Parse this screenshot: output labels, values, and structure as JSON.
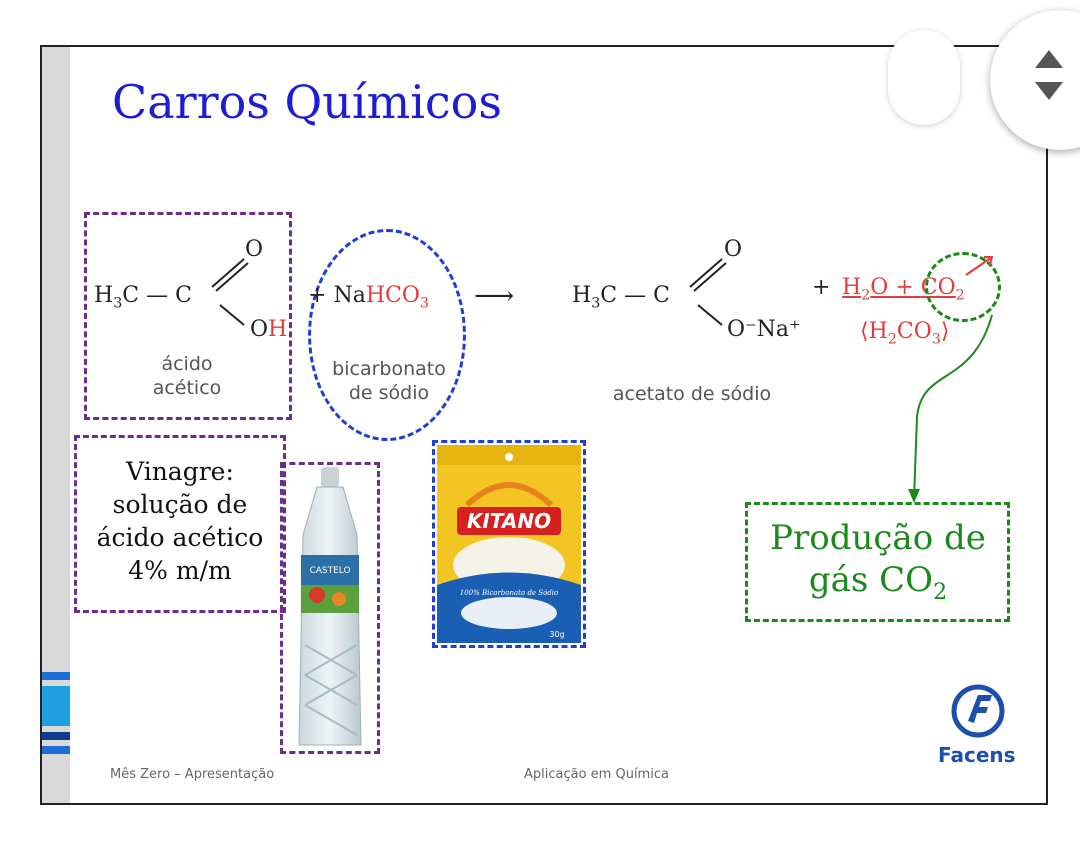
{
  "slide": {
    "title": "Carros Químicos",
    "reaction": {
      "reactant1_c": "C",
      "reactant1_o": "O",
      "reactant1_oh_o": "O",
      "reactant1_oh_h": "H",
      "reactant1_label_1": "ácido",
      "reactant1_label_2": "acético",
      "plus1": "+",
      "reactant2_na": "Na",
      "reactant2_hco": "HCO",
      "reactant2_sub": "3",
      "reactant2_label_1": "bicarbonato",
      "reactant2_label_2": "de sódio",
      "arrow": "⟶",
      "product1_c": "C",
      "product1_o": "O",
      "product1_ona": "O⁻Na⁺",
      "product1_label": "acetato de sódio",
      "plus2": "+",
      "product2_h2o": "H",
      "product2_h2o_sub": "2",
      "product2_h2o_o": "O +",
      "product2_co": "CO",
      "product2_co_sub": "2",
      "product2_h2co3": "⟨H",
      "product2_h2co3_sub1": "2",
      "product2_h2co3_mid": "CO",
      "product2_h2co3_sub2": "3",
      "product2_h2co3_end": "⟩",
      "h3c": "H",
      "h3c_sub": "3",
      "h3c_c": "C —"
    },
    "vinagre": {
      "line1": "Vinagre:",
      "line2": "solução de",
      "line3": "ácido acético",
      "line4": "4% m/m"
    },
    "bottle_brand": "CASTELO",
    "bag_brand": "KITANO",
    "bag_text": "100% Bicarbonato de Sódio",
    "bag_weight": "30g",
    "producao": {
      "line1": "Produção de",
      "line2": "gás CO",
      "line2_sub": "2"
    },
    "footer_left": "Mês Zero – Apresentação",
    "footer_center": "Aplicação em Química",
    "logo_text": "Facens"
  },
  "colors": {
    "title": "#1d1dd6",
    "purple": "#6b2e8f",
    "blue": "#1d3fd4",
    "green": "#1b8a1b",
    "red": "#e33b3b"
  }
}
